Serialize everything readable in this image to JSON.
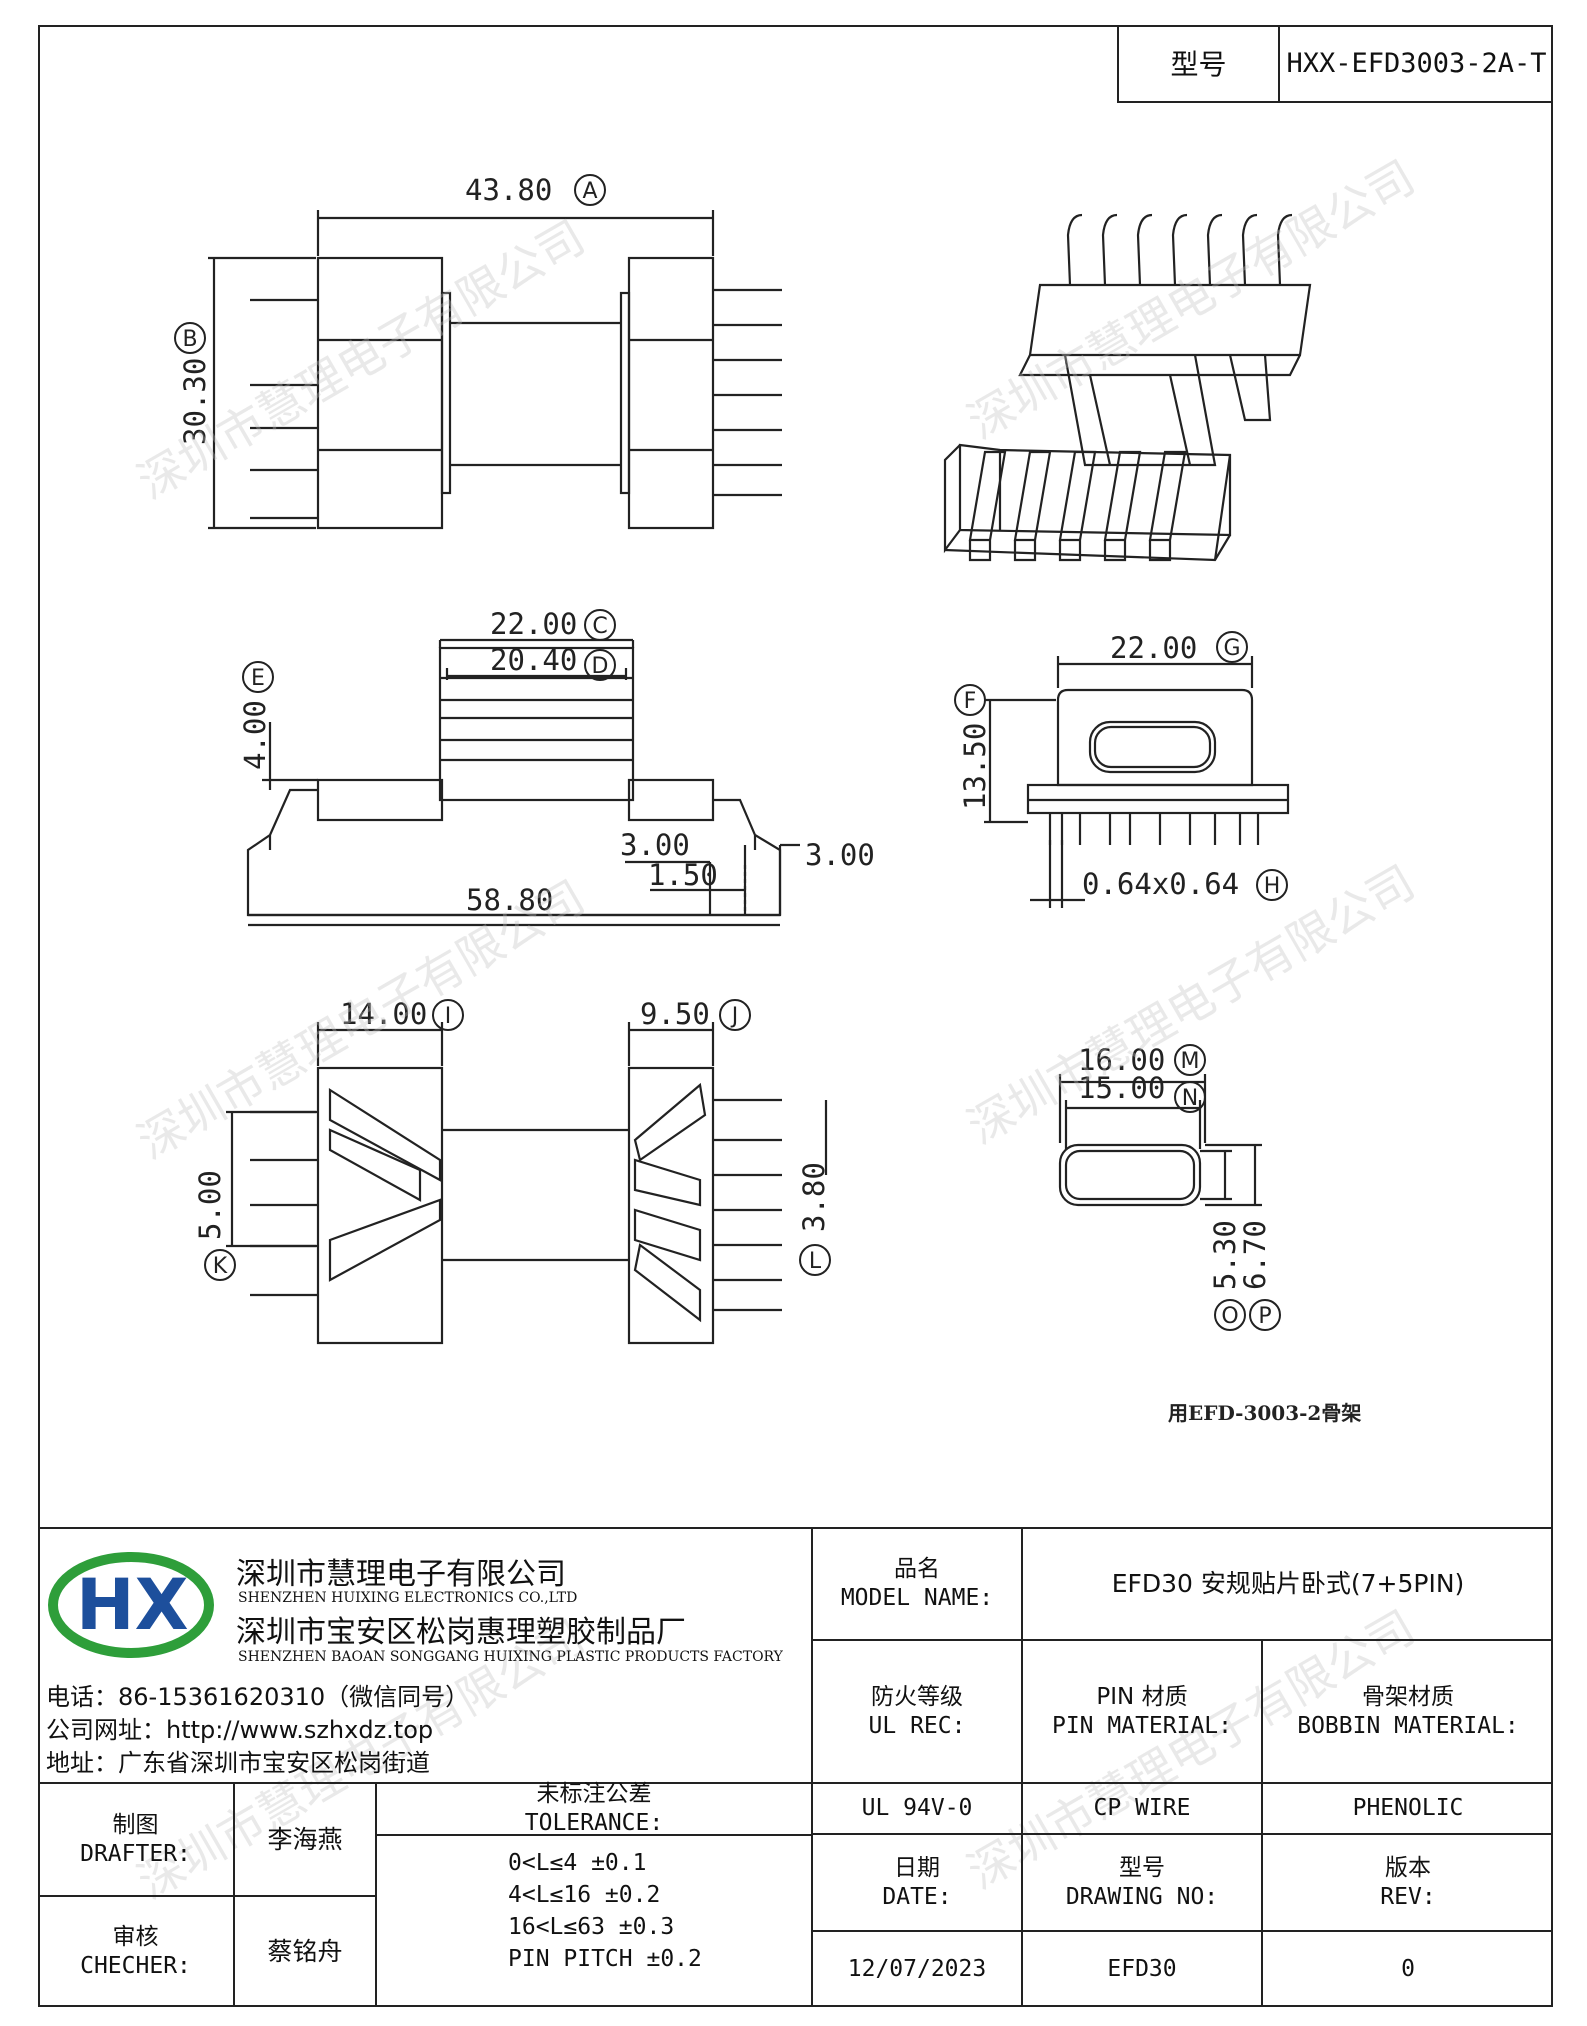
{
  "header": {
    "model_label": "型号",
    "model_value": "HXX-EFD3003-2A-T"
  },
  "dimensions": {
    "A": "43.80",
    "B": "30.30",
    "C": "22.00",
    "D": "20.40",
    "E": "4.00",
    "F": "13.50",
    "G": "22.00",
    "H": "0.64x0.64",
    "I": "14.00",
    "J": "9.50",
    "K": "5.00",
    "L": "3.80",
    "M": "16.00",
    "N": "15.00",
    "O": "5.30",
    "P": "6.70",
    "pin_offset_1": "3.00",
    "pin_offset_2": "1.50",
    "pin_offset_3": "3.00",
    "overall": "58.80"
  },
  "letters": [
    "A",
    "B",
    "C",
    "D",
    "E",
    "F",
    "G",
    "H",
    "I",
    "J",
    "K",
    "L",
    "M",
    "N",
    "O",
    "P"
  ],
  "caption": "用EFD-3003-2骨架",
  "watermark": "深圳市慧理电子有限公司",
  "company": {
    "logo_text": "HX",
    "name_cn": "深圳市慧理电子有限公司",
    "name_en": "SHENZHEN HUIXING ELECTRONICS CO.,LTD",
    "factory_cn": "深圳市宝安区松岗惠理塑胶制品厂",
    "factory_en": "SHENZHEN BAOAN SONGGANG HUIXING PLASTIC PRODUCTS FACTORY",
    "phone": "电话：86-15361620310（微信同号）",
    "website": "公司网址：http://www.szhxdz.top",
    "address": "地址：广东省深圳市宝安区松岗街道"
  },
  "title_block": {
    "model_name_cn": "品名",
    "model_name_en": "MODEL NAME:",
    "model_name_value": "EFD30 安规贴片卧式(7+5PIN)",
    "ul_cn": "防火等级",
    "ul_en": "UL REC:",
    "pin_material_cn": "PIN 材质",
    "pin_material_en": "PIN MATERIAL:",
    "bobbin_material_cn": "骨架材质",
    "bobbin_material_en": "BOBBIN MATERIAL:",
    "ul_value": "UL 94V-0",
    "pin_value": "CP WIRE",
    "bobbin_value": "PHENOLIC",
    "drafter_cn": "制图",
    "drafter_en": "DRAFTER:",
    "drafter_name": "李海燕",
    "checker_cn": "审核",
    "checker_en": "CHECHER:",
    "checker_name": "蔡铭舟",
    "tolerance_cn": "未标注公差",
    "tolerance_en": "TOLERANCE:",
    "tolerance_lines": [
      "0<L≤4  ±0.1",
      "4<L≤16 ±0.2",
      "16<L≤63 ±0.3",
      "PIN PITCH ±0.2"
    ],
    "date_cn": "日期",
    "date_en": "DATE:",
    "drawing_cn": "型号",
    "drawing_en": "DRAWING NO:",
    "rev_cn": "版本",
    "rev_en": "REV:",
    "date_value": "12/07/2023",
    "drawing_value": "EFD30",
    "rev_value": "0"
  },
  "colors": {
    "logo_green": "#2e9e3a",
    "logo_yellow": "#e8c21a",
    "logo_blue": "#1d4f9c",
    "line": "#222222"
  }
}
